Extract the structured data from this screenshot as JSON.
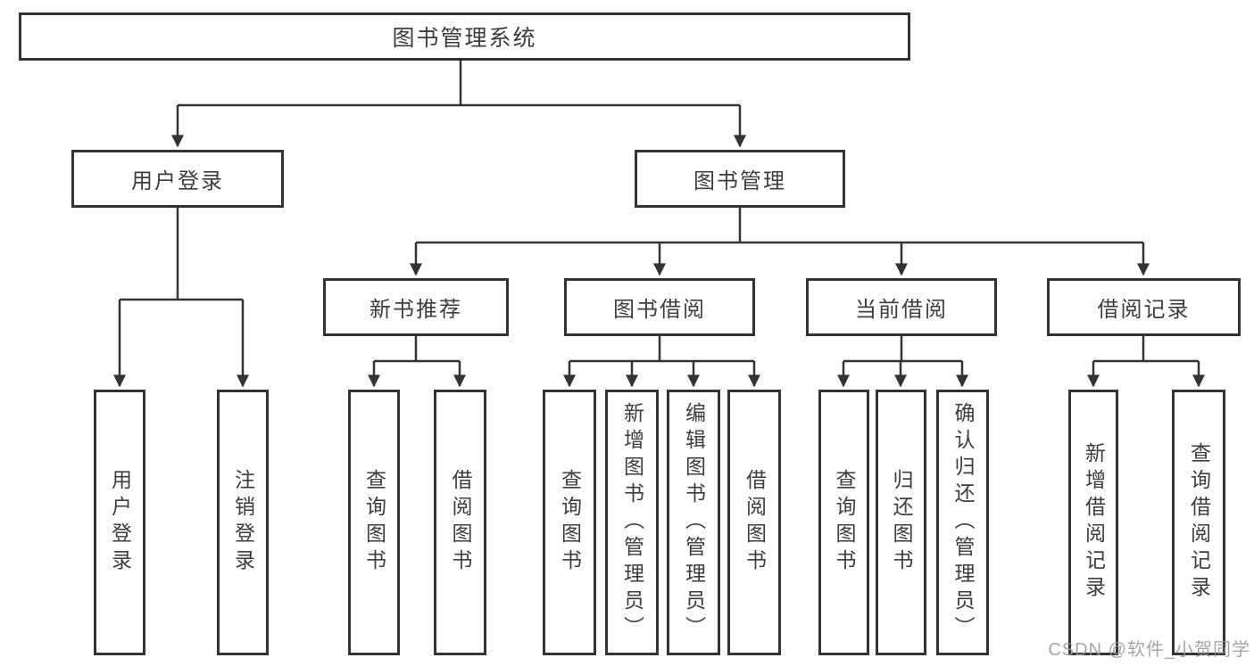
{
  "tree": {
    "label": "图书管理系统",
    "children": [
      {
        "label": "用户登录",
        "children": [
          {
            "label": "用户登录"
          },
          {
            "label": "注销登录"
          }
        ]
      },
      {
        "label": "图书管理",
        "children": [
          {
            "label": "新书推荐",
            "children": [
              {
                "label": "查询图书"
              },
              {
                "label": "借阅图书"
              }
            ]
          },
          {
            "label": "图书借阅",
            "children": [
              {
                "label": "查询图书"
              },
              {
                "label": "新增图书（管理员）"
              },
              {
                "label": "编辑图书（管理员）"
              },
              {
                "label": "借阅图书"
              }
            ]
          },
          {
            "label": "当前借阅",
            "children": [
              {
                "label": "查询图书"
              },
              {
                "label": "归还图书"
              },
              {
                "label": "确认归还（管理员）"
              }
            ]
          },
          {
            "label": "借阅记录",
            "children": [
              {
                "label": "新增借阅记录"
              },
              {
                "label": "查询借阅记录"
              }
            ]
          }
        ]
      }
    ]
  },
  "watermark": "CSDN @软件_小贺同学",
  "colors": {
    "line": "#333333",
    "text": "#3d3d3d",
    "background": "#ffffff",
    "watermark": "#969696"
  }
}
